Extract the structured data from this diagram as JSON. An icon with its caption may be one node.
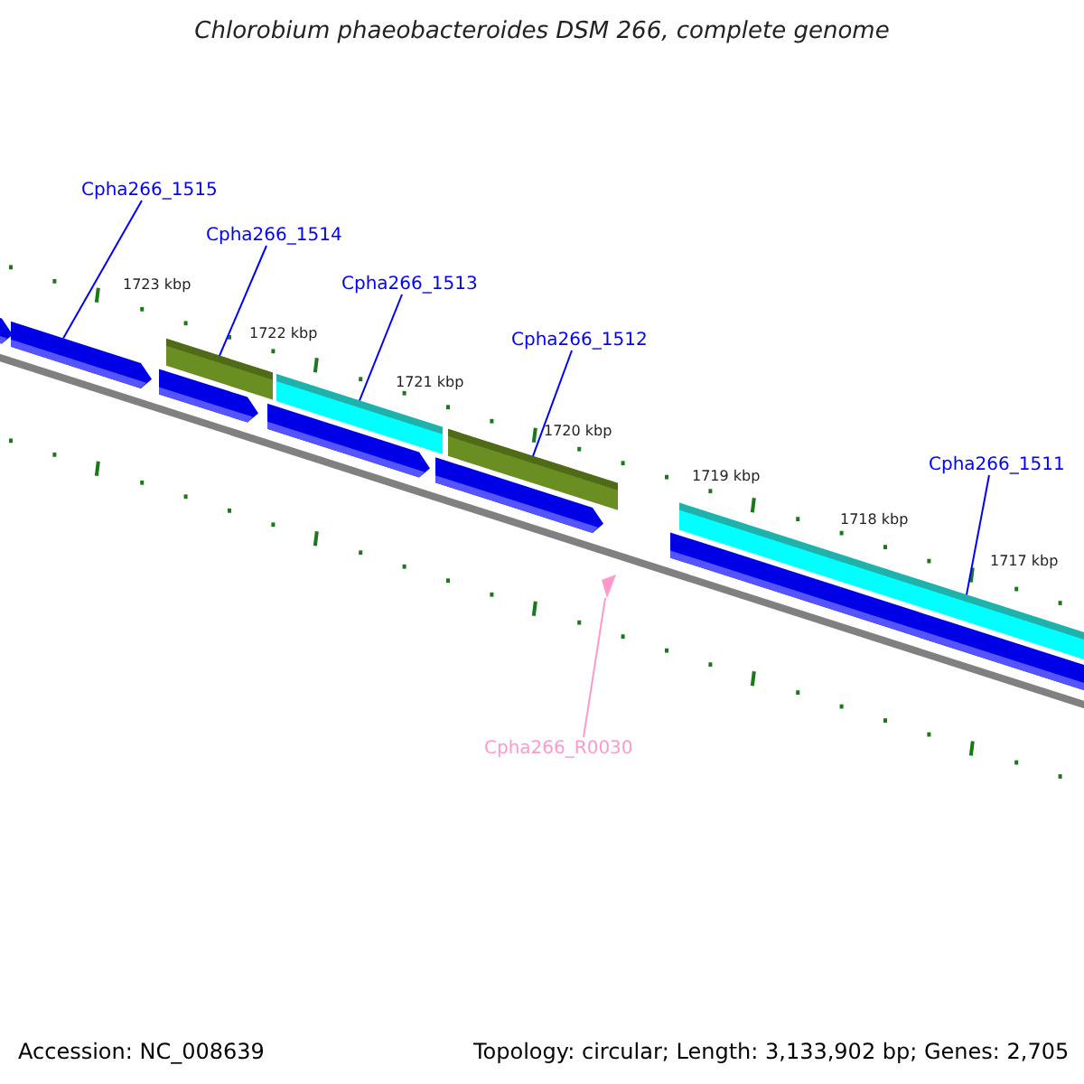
{
  "diagram": {
    "title": "Chlorobium phaeobacteroides DSM 266, complete genome",
    "nodes": [
      {
        "text": [
          "Cpha266_1515"
        ]
      },
      {
        "text": [
          "Cpha266_1514"
        ]
      },
      {
        "text": [
          "Cpha266_1513"
        ]
      },
      {
        "text": [
          "Cpha266_1512"
        ]
      },
      {
        "text": [
          "Cpha266_1511"
        ]
      },
      {
        "text": [
          "Cpha266_R0030"
        ]
      },
      {
        "text": [],
        "shape": "bar"
      },
      {
        "text": [],
        "shape": "bar"
      },
      {
        "text": [],
        "shape": "bar"
      },
      {
        "text": [],
        "shape": "bar"
      },
      {
        "text": [],
        "shape": "bar"
      },
      {
        "text": [],
        "shape": "bar"
      },
      {
        "text": [],
        "shape": "bar"
      },
      {
        "text": [],
        "shape": "bar"
      },
      {
        "text": [],
        "shape": "triangle"
      },
      {
        "text": [],
        "shape": "bar"
      },
      {
        "text": [],
        "shape": "bar"
      }
    ],
    "edges": [
      {
        "from": 0,
        "to": 7,
        "arrow": "none"
      },
      {
        "from": 1,
        "to": 8,
        "arrow": "none"
      },
      {
        "from": 2,
        "to": 10,
        "arrow": "none"
      },
      {
        "from": 3,
        "to": 12,
        "arrow": "none"
      },
      {
        "from": 4,
        "to": 15,
        "arrow": "none"
      },
      {
        "from": 5,
        "to": 14,
        "arrow": "none",
        "color": "#ff99cc"
      }
    ],
    "labels": [
      "1723 kbp",
      "1722 kbp",
      "1721 kbp",
      "1720 kbp",
      "1719 kbp",
      "1718 kbp",
      "1717 kbp",
      "Accession: NC_008639",
      "Topology: circular; Length: 3,133,902 bp; Genes: 2,705"
    ]
  }
}
